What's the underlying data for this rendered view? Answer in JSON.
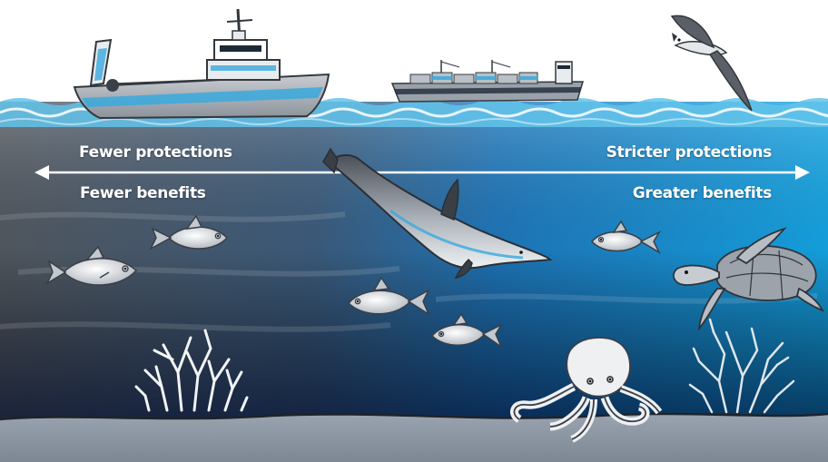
{
  "labels": {
    "left_top": "Fewer protections",
    "left_bottom": "Fewer benefits",
    "right_top": "Stricter protections",
    "right_bottom": "Greater benefits"
  },
  "colors": {
    "deep_dark": "#2b2f36",
    "deep_blue": "#123a7a",
    "shallow_blue": "#1aa3e0",
    "surface_blue": "#58c4ee",
    "seafloor": "#8d97a3"
  },
  "icons": [
    "fishing-boat-icon",
    "cargo-ship-icon",
    "seabird-icon",
    "dolphin-icon",
    "fish-icon",
    "sea-turtle-icon",
    "coral-icon",
    "octopus-icon",
    "double-arrow-icon"
  ]
}
